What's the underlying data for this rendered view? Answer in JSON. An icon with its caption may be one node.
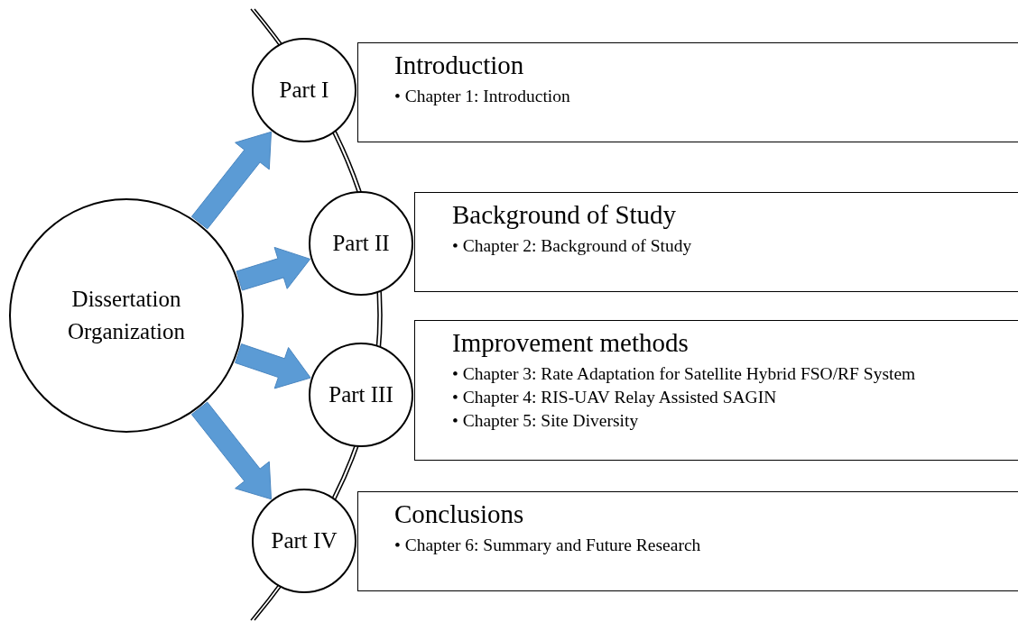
{
  "diagram": {
    "nodes": [
      {
        "text": [
          "Dissertation Organization"
        ]
      },
      {
        "text": [
          "Part I"
        ]
      },
      {
        "text": [
          "Introduction",
          "• Chapter 1: Introduction"
        ]
      },
      {
        "text": [
          "Part II"
        ]
      },
      {
        "text": [
          "Background of Study",
          "• Chapter 2: Background of Study"
        ]
      },
      {
        "text": [
          "Part III"
        ]
      },
      {
        "text": [
          "Improvement methods",
          "• Chapter 3: Rate Adaptation for Satellite Hybrid FSO/RF System",
          "• Chapter 4: RIS-UAV Relay Assisted SAGIN",
          "• Chapter 5: Site Diversity"
        ]
      },
      {
        "text": [
          "Part IV"
        ]
      },
      {
        "text": [
          "Conclusions",
          "• Chapter 6: Summary and Future Research"
        ]
      }
    ],
    "edges": [
      {
        "from": 0,
        "to": 1,
        "arrow": "to"
      },
      {
        "from": 0,
        "to": 3,
        "arrow": "to"
      },
      {
        "from": 0,
        "to": 5,
        "arrow": "to"
      },
      {
        "from": 0,
        "to": 7,
        "arrow": "to"
      }
    ]
  }
}
